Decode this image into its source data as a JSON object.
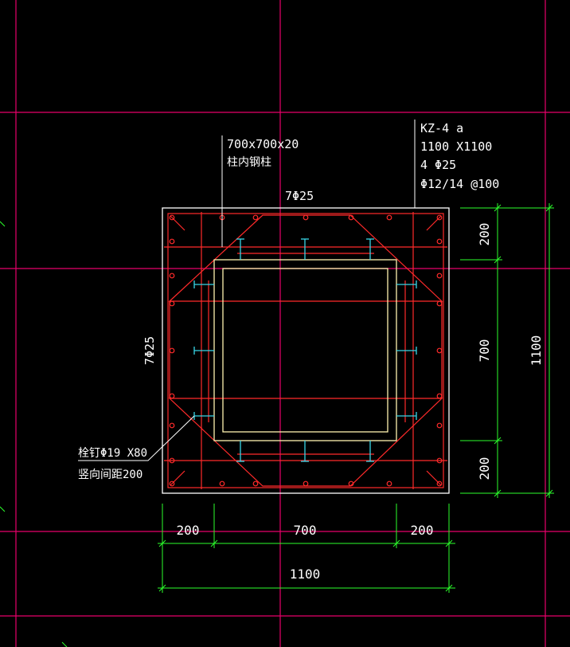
{
  "colors": {
    "background": "#000000",
    "axis_red": "#e8006a",
    "rebar_red": "#ff2a2a",
    "outline_white": "#ffffff",
    "steel_yellow": "#fff3b0",
    "stud_cyan": "#38d6e8",
    "dim_green": "#2cff2c",
    "text_white": "#ffffff"
  },
  "labels": {
    "steel_size": "700x700x20",
    "steel_desc": "柱内钢柱",
    "col_name": "KZ-4 a",
    "col_size": "1100 X1100",
    "col_main_bars": "4 Φ25",
    "col_stirrups": "Φ12/14 @100",
    "top_bars": "7Φ25",
    "side_bars": "7Φ25",
    "stud_spec": "栓钉Φ19 X80",
    "stud_spacing": "竖向间距200"
  },
  "dimensions": {
    "bottom_left": "200",
    "bottom_mid": "700",
    "bottom_right": "200",
    "bottom_total": "1100",
    "right_top": "200",
    "right_mid": "700",
    "right_bottom": "200",
    "right_total": "1100"
  }
}
